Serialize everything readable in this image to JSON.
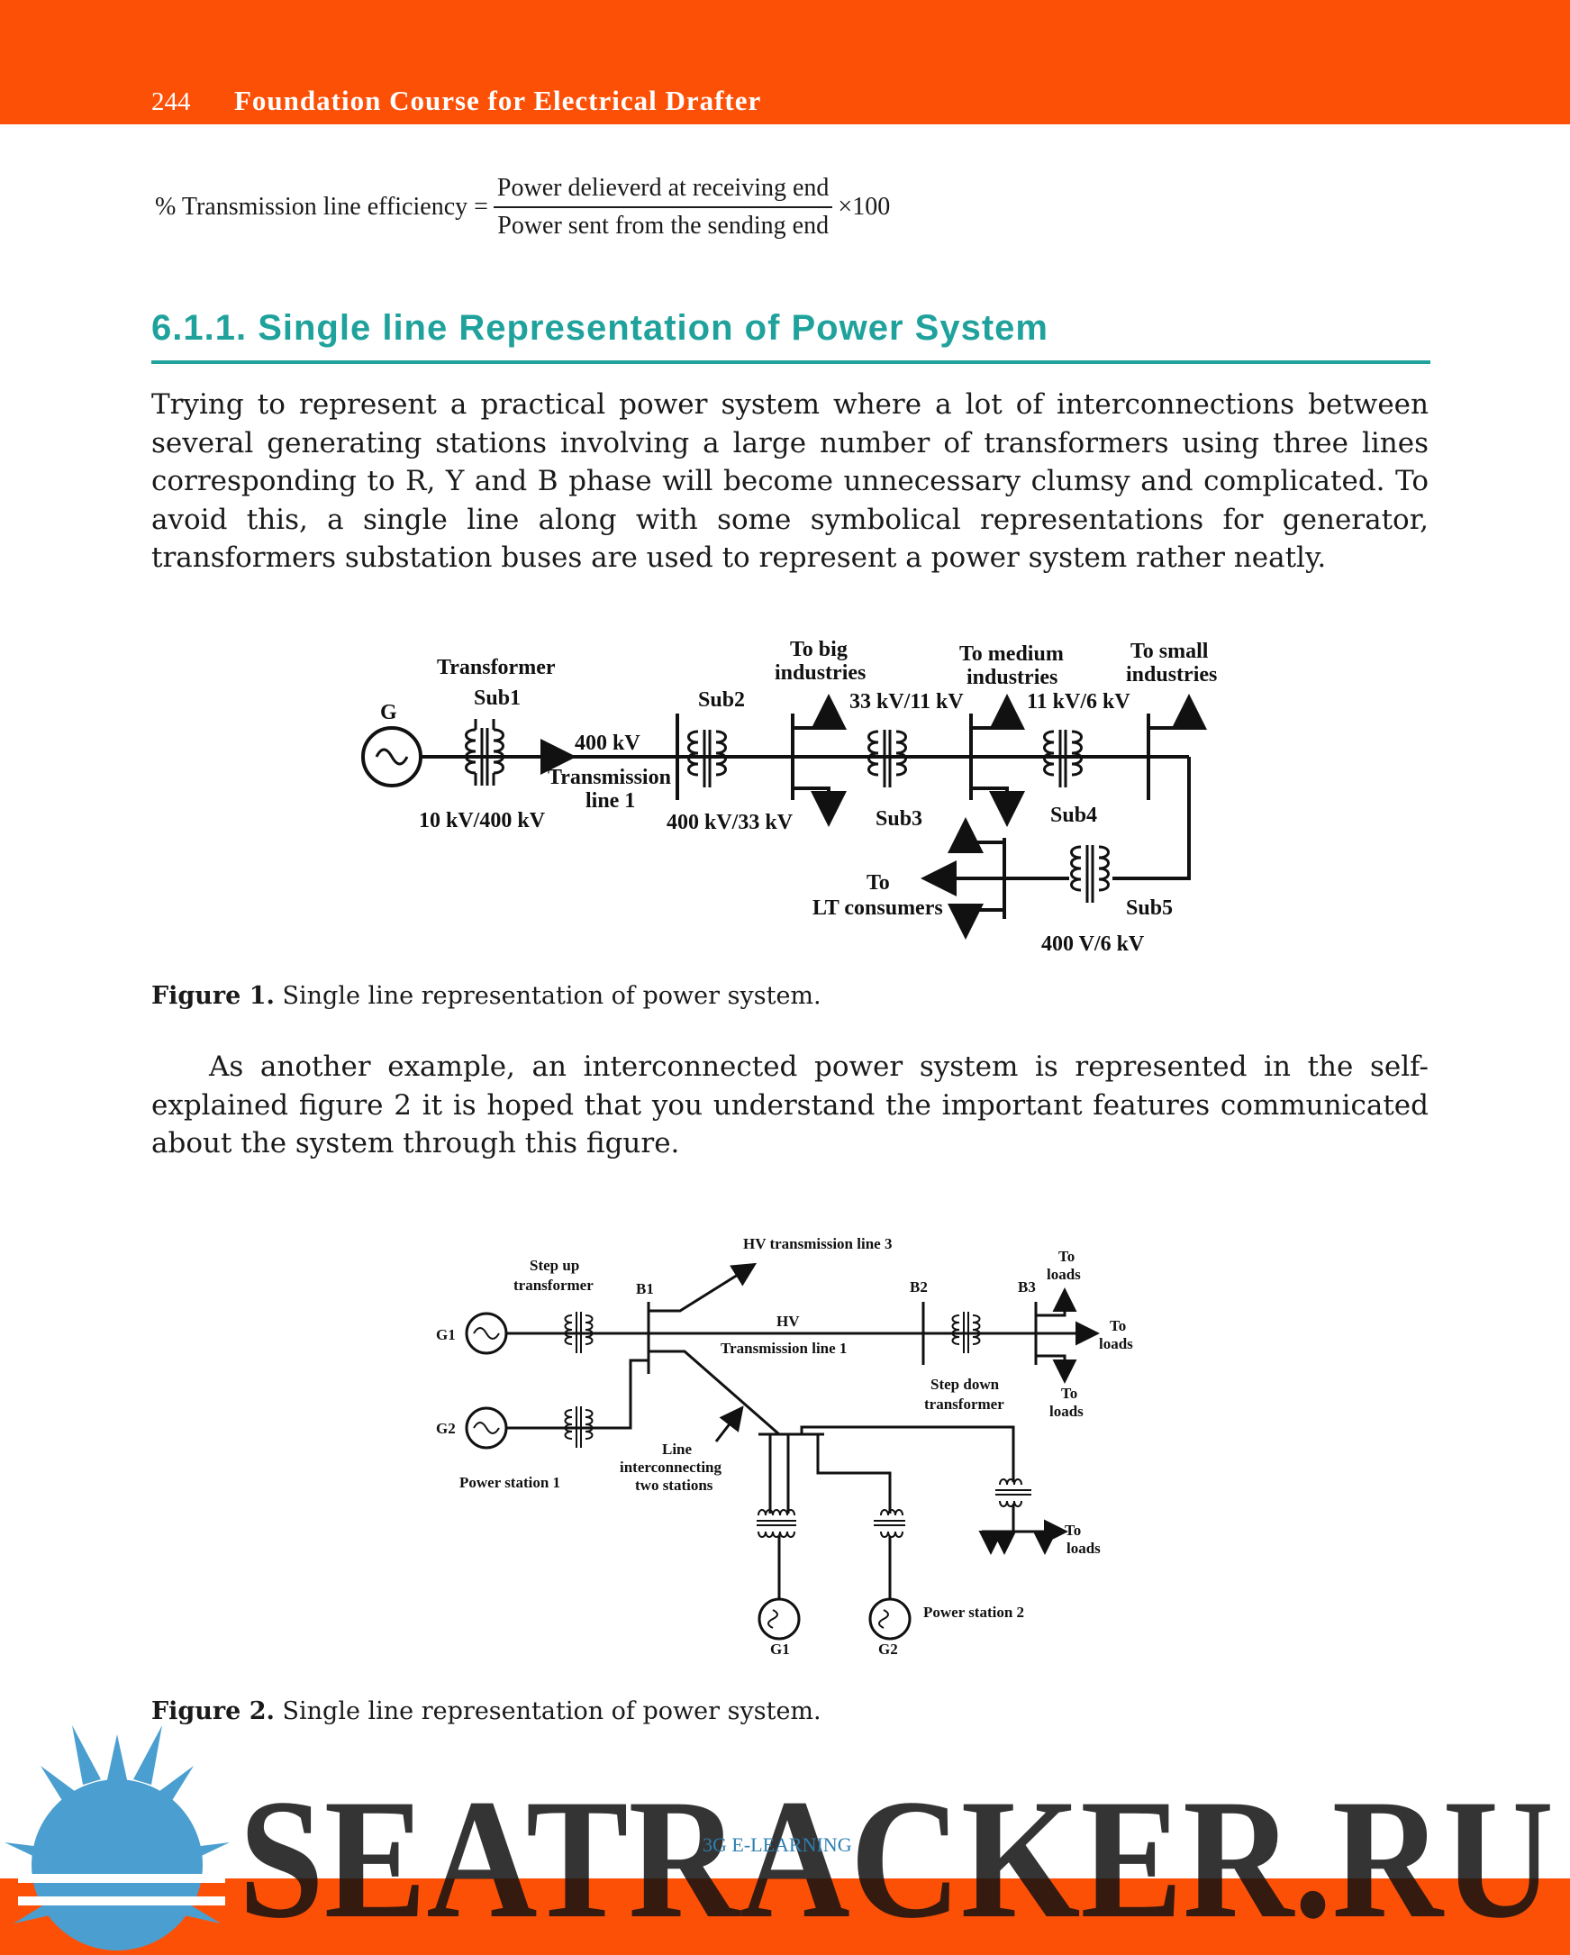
{
  "header": {
    "page_number": "244",
    "book_title": "Foundation Course for Electrical Drafter"
  },
  "formula": {
    "lhs": "% Transmission line efficiency =",
    "numerator": "Power delieverd at receiving end",
    "denominator": "Power sent from the sending end",
    "multiplier": "×100"
  },
  "section": {
    "heading": "6.1.1. Single line Representation of Power System",
    "paragraph1": "Trying to represent a practical power system where a lot of interconnections between several generating stations involving a large number of transformers using three lines corresponding to R, Y and B phase will become unnecessary clumsy and complicated. To avoid this, a single line along with some symbolical representations for generator, transformers substation buses are used to represent a power system rather neatly.",
    "paragraph2": "As another example, an interconnected power system is represented in the self-explained figure 2 it is hoped that you understand the important features communicated about the system through this figure."
  },
  "figure1": {
    "caption_label": "Figure 1.",
    "caption_text": " Single line representation of power system.",
    "labels": {
      "generator": "G",
      "transformer": "Transformer",
      "sub1": "Sub1",
      "sub1_rating": "10 kV/400 kV",
      "line_voltage": "400 kV",
      "line_name_1": "Transmission",
      "line_name_2": "line 1",
      "sub2": "Sub2",
      "sub2_rating": "400 kV/33 kV",
      "big_ind_1": "To big",
      "big_ind_2": "industries",
      "sub3_rating": "33 kV/11 kV",
      "sub3": "Sub3",
      "medium_ind_1": "To medium",
      "medium_ind_2": "industries",
      "sub4_rating": "11 kV/6 kV",
      "sub4": "Sub4",
      "small_ind_1": "To small",
      "small_ind_2": "industries",
      "lt_1": "To",
      "lt_2": "LT consumers",
      "sub5": "Sub5",
      "sub5_rating": "400 V/6 kV"
    }
  },
  "figure2": {
    "caption_label": "Figure 2.",
    "caption_text": " Single line representation of power system.",
    "labels": {
      "step_up_1": "Step up",
      "step_up_2": "transformer",
      "g1": "G1",
      "g2": "G2",
      "power_station_1": "Power station 1",
      "b1": "B1",
      "hv_line3": "HV transmission line 3",
      "hv": "HV",
      "tl1": "Transmission line 1",
      "b2": "B2",
      "b3": "B3",
      "to": "To",
      "loads": "loads",
      "step_down_1": "Step down",
      "step_down_2": "transformer",
      "line_int_1": "Line",
      "line_int_2": "interconnecting",
      "line_int_3": "two stations",
      "power_station_2": "Power station 2",
      "ps2_g1": "G1",
      "ps2_g2": "G2"
    }
  },
  "footer": {
    "watermark": "SEATRACKER.RU",
    "brand": "3G E-LEARNING"
  }
}
